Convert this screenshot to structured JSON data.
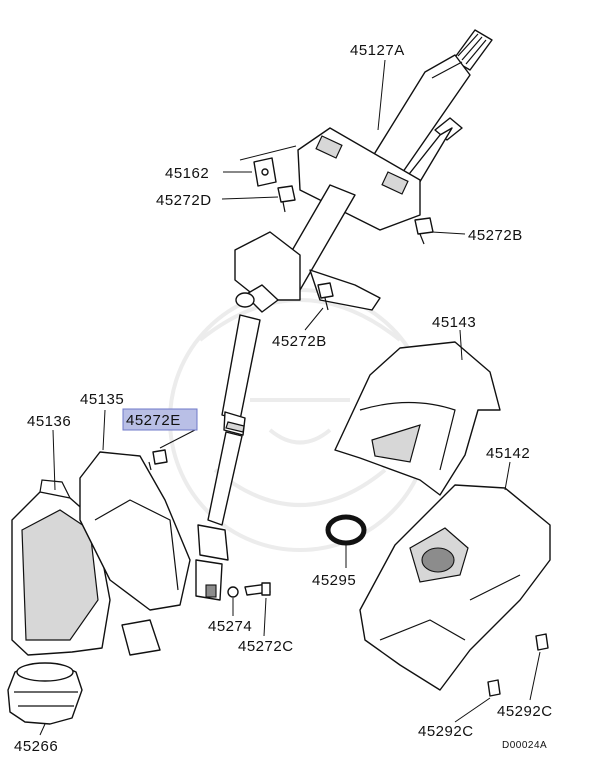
{
  "diagram": {
    "labels": {
      "p45127A": "45127A",
      "p45162": "45162",
      "p45272D": "45272D",
      "p45272B_right": "45272B",
      "p45272B_lower": "45272B",
      "p45143": "45143",
      "p45135": "45135",
      "p45136": "45136",
      "p45272E": "45272E",
      "p45142": "45142",
      "p45295": "45295",
      "p45274": "45274",
      "p45272C": "45272C",
      "p45292C_right": "45292C",
      "p45292C_left": "45292C",
      "p45266": "45266"
    },
    "highlighted_part": "45272E",
    "highlight_color": "#b9bfe6",
    "diagram_code": "D00024A"
  }
}
